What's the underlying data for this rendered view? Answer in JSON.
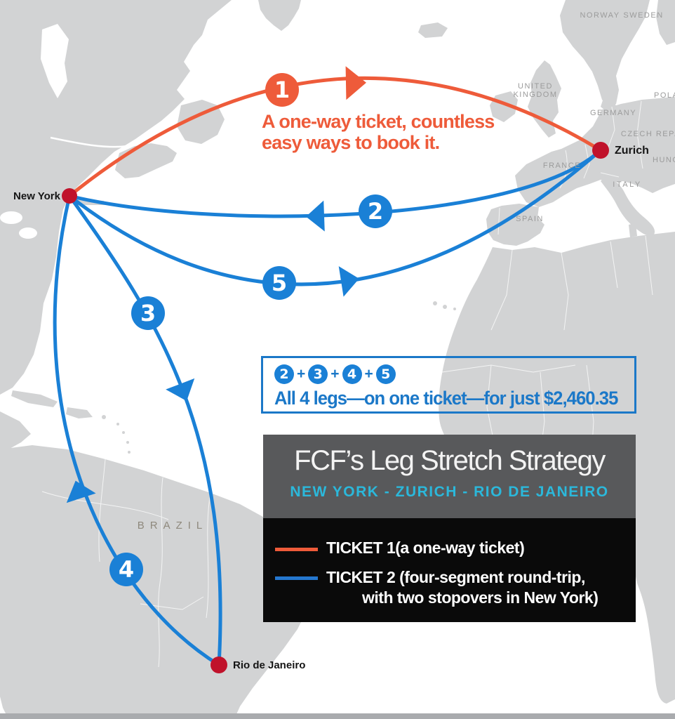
{
  "map": {
    "ocean_color": "#ffffff",
    "land_color": "#d2d3d4",
    "label_color": "#9b9b9b",
    "city_dot_color": "#c0122b",
    "labels": {
      "norway": "NORWAY",
      "sweden": "SWEDEN",
      "united_kingdom": "UNITED KINGDOM",
      "germany": "GERMANY",
      "czech_rep": "CZECH REP.",
      "poland": "POLAND",
      "france": "FRANCE",
      "hungary": "HUNGARY",
      "italy": "ITALY",
      "spain": "SPAIN",
      "brazil": "BRAZIL"
    },
    "cities": {
      "new_york": "New York",
      "zurich": "Zurich",
      "rio": "Rio de Janeiro"
    }
  },
  "routes": {
    "ticket1_color": "#ee5b3a",
    "ticket2_color": "#1a80d6",
    "legs": [
      {
        "num": "1",
        "ticket": 1,
        "from": "New York",
        "to": "Zurich"
      },
      {
        "num": "2",
        "ticket": 2,
        "from": "Zurich",
        "to": "New York"
      },
      {
        "num": "3",
        "ticket": 2,
        "from": "New York",
        "to": "Rio de Janeiro"
      },
      {
        "num": "4",
        "ticket": 2,
        "from": "Rio de Janeiro",
        "to": "New York"
      },
      {
        "num": "5",
        "ticket": 2,
        "from": "New York",
        "to": "Zurich"
      }
    ],
    "leg1_caption_line1": "A one-way ticket, countless",
    "leg1_caption_line2": "easy ways to book it."
  },
  "price_box": {
    "leg_numbers": [
      "2",
      "3",
      "4",
      "5"
    ],
    "plus_sign": "+",
    "text": "All 4 legs—on one ticket—for just $2,460.35",
    "border_color": "#1b78c8",
    "text_color": "#1b78c8"
  },
  "panel": {
    "title": "FCF’s Leg Stretch Strategy",
    "subtitle": "NEW YORK - ZURICH - RIO DE JANEIRO",
    "subtitle_color": "#2bb8db",
    "header_bg": "#58595b",
    "body_bg": "#0a0a0a",
    "legend": [
      {
        "swatch_color": "#ee5b3a",
        "label": "TICKET 1(a one-way ticket)",
        "label2": ""
      },
      {
        "swatch_color": "#2577cf",
        "label": "TICKET 2 (four-segment round-trip,",
        "label2": "with two stopovers in New York)"
      }
    ]
  }
}
